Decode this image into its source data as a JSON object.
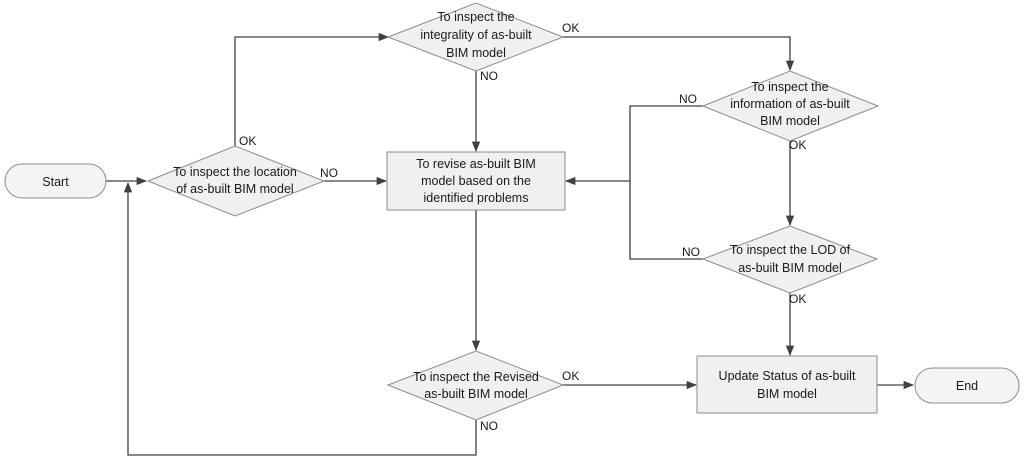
{
  "nodes": {
    "start": {
      "lines": [
        "Start"
      ]
    },
    "end": {
      "lines": [
        "End"
      ]
    },
    "inspect_location": {
      "lines": [
        "To inspect the location",
        "of as-built BIM model"
      ]
    },
    "inspect_integrality": {
      "lines": [
        "To inspect the",
        "integrality of as-built",
        "BIM model"
      ]
    },
    "revise_model": {
      "lines": [
        "To revise as-built BIM",
        "model based on the",
        "identified problems"
      ]
    },
    "inspect_information": {
      "lines": [
        "To inspect the",
        "information of as-built",
        "BIM model"
      ]
    },
    "inspect_lod": {
      "lines": [
        "To inspect the LOD of",
        "as-built BIM model"
      ]
    },
    "inspect_revised": {
      "lines": [
        "To inspect the Revised",
        "as-built BIM model"
      ]
    },
    "update_status": {
      "lines": [
        "Update Status of as-built",
        "BIM model"
      ]
    }
  },
  "edge_labels": {
    "location_ok": "OK",
    "location_no": "NO",
    "integrality_ok": "OK",
    "integrality_no": "NO",
    "information_no": "NO",
    "information_ok": "OK",
    "lod_no": "NO",
    "lod_ok": "OK",
    "revised_ok": "OK",
    "revised_no": "NO"
  }
}
